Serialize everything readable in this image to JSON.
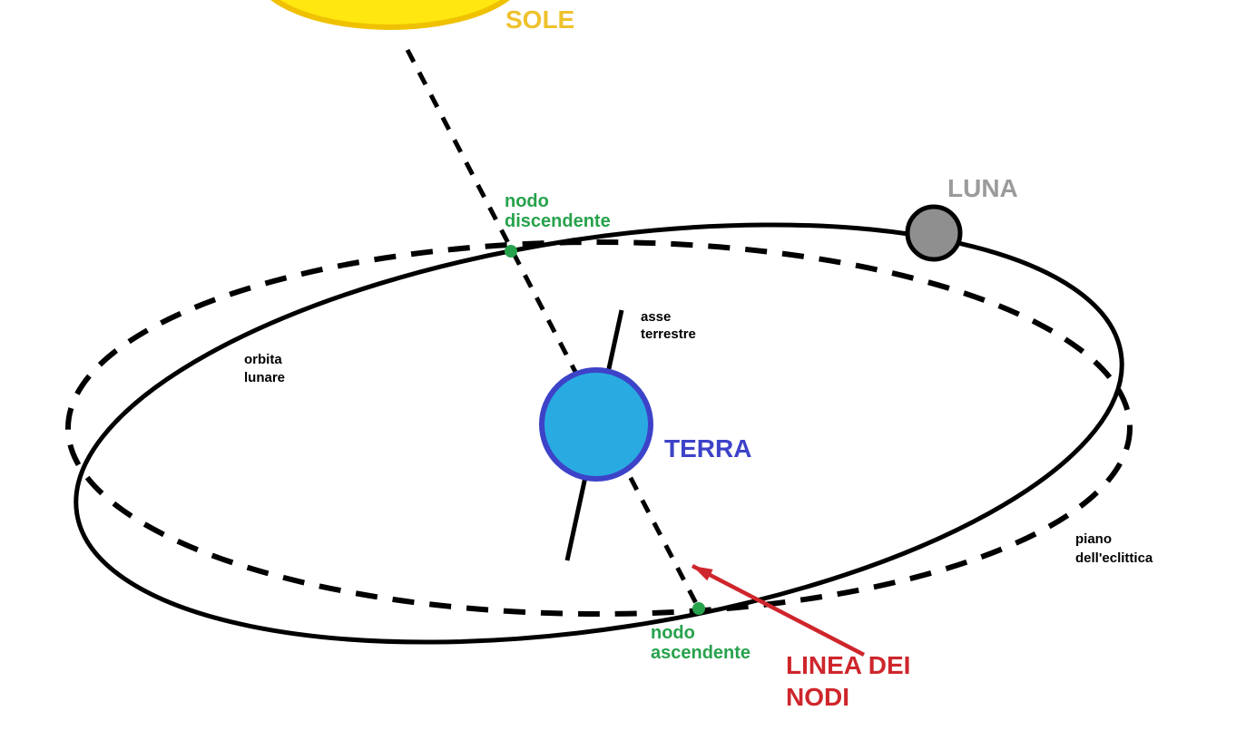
{
  "sun": {
    "label": "SOLE"
  },
  "moon": {
    "label": "LUNA"
  },
  "earth": {
    "label": "TERRA"
  },
  "earth_axis": {
    "label_line1": "asse",
    "label_line2": "terrestre"
  },
  "lunar_orbit": {
    "label_line1": "orbita",
    "label_line2": "lunare",
    "line_style": "solid"
  },
  "ecliptic_plane": {
    "label_line1": "piano",
    "label_line2": "dell'eclittica",
    "line_style": "dashed"
  },
  "descending_node": {
    "label_line1": "nodo",
    "label_line2": "discendente"
  },
  "ascending_node": {
    "label_line1": "nodo",
    "label_line2": "ascendente"
  },
  "line_of_nodes": {
    "label_line1": "LINEA DEI",
    "label_line2": "NODI"
  },
  "colors": {
    "sun_fill": "#FFE70F",
    "sun_border": "#EFC100",
    "sun_label": "#EFC22E",
    "moon_fill": "#8F8F8F",
    "moon_border": "#000000",
    "moon_label": "#9B9B9B",
    "earth_fill": "#29ABE2",
    "earth_border": "#3D43C8",
    "earth_label": "#3D43C8",
    "node_green": "#27A24C",
    "orbit_black": "#000000",
    "nodes_red": "#CE262C"
  }
}
